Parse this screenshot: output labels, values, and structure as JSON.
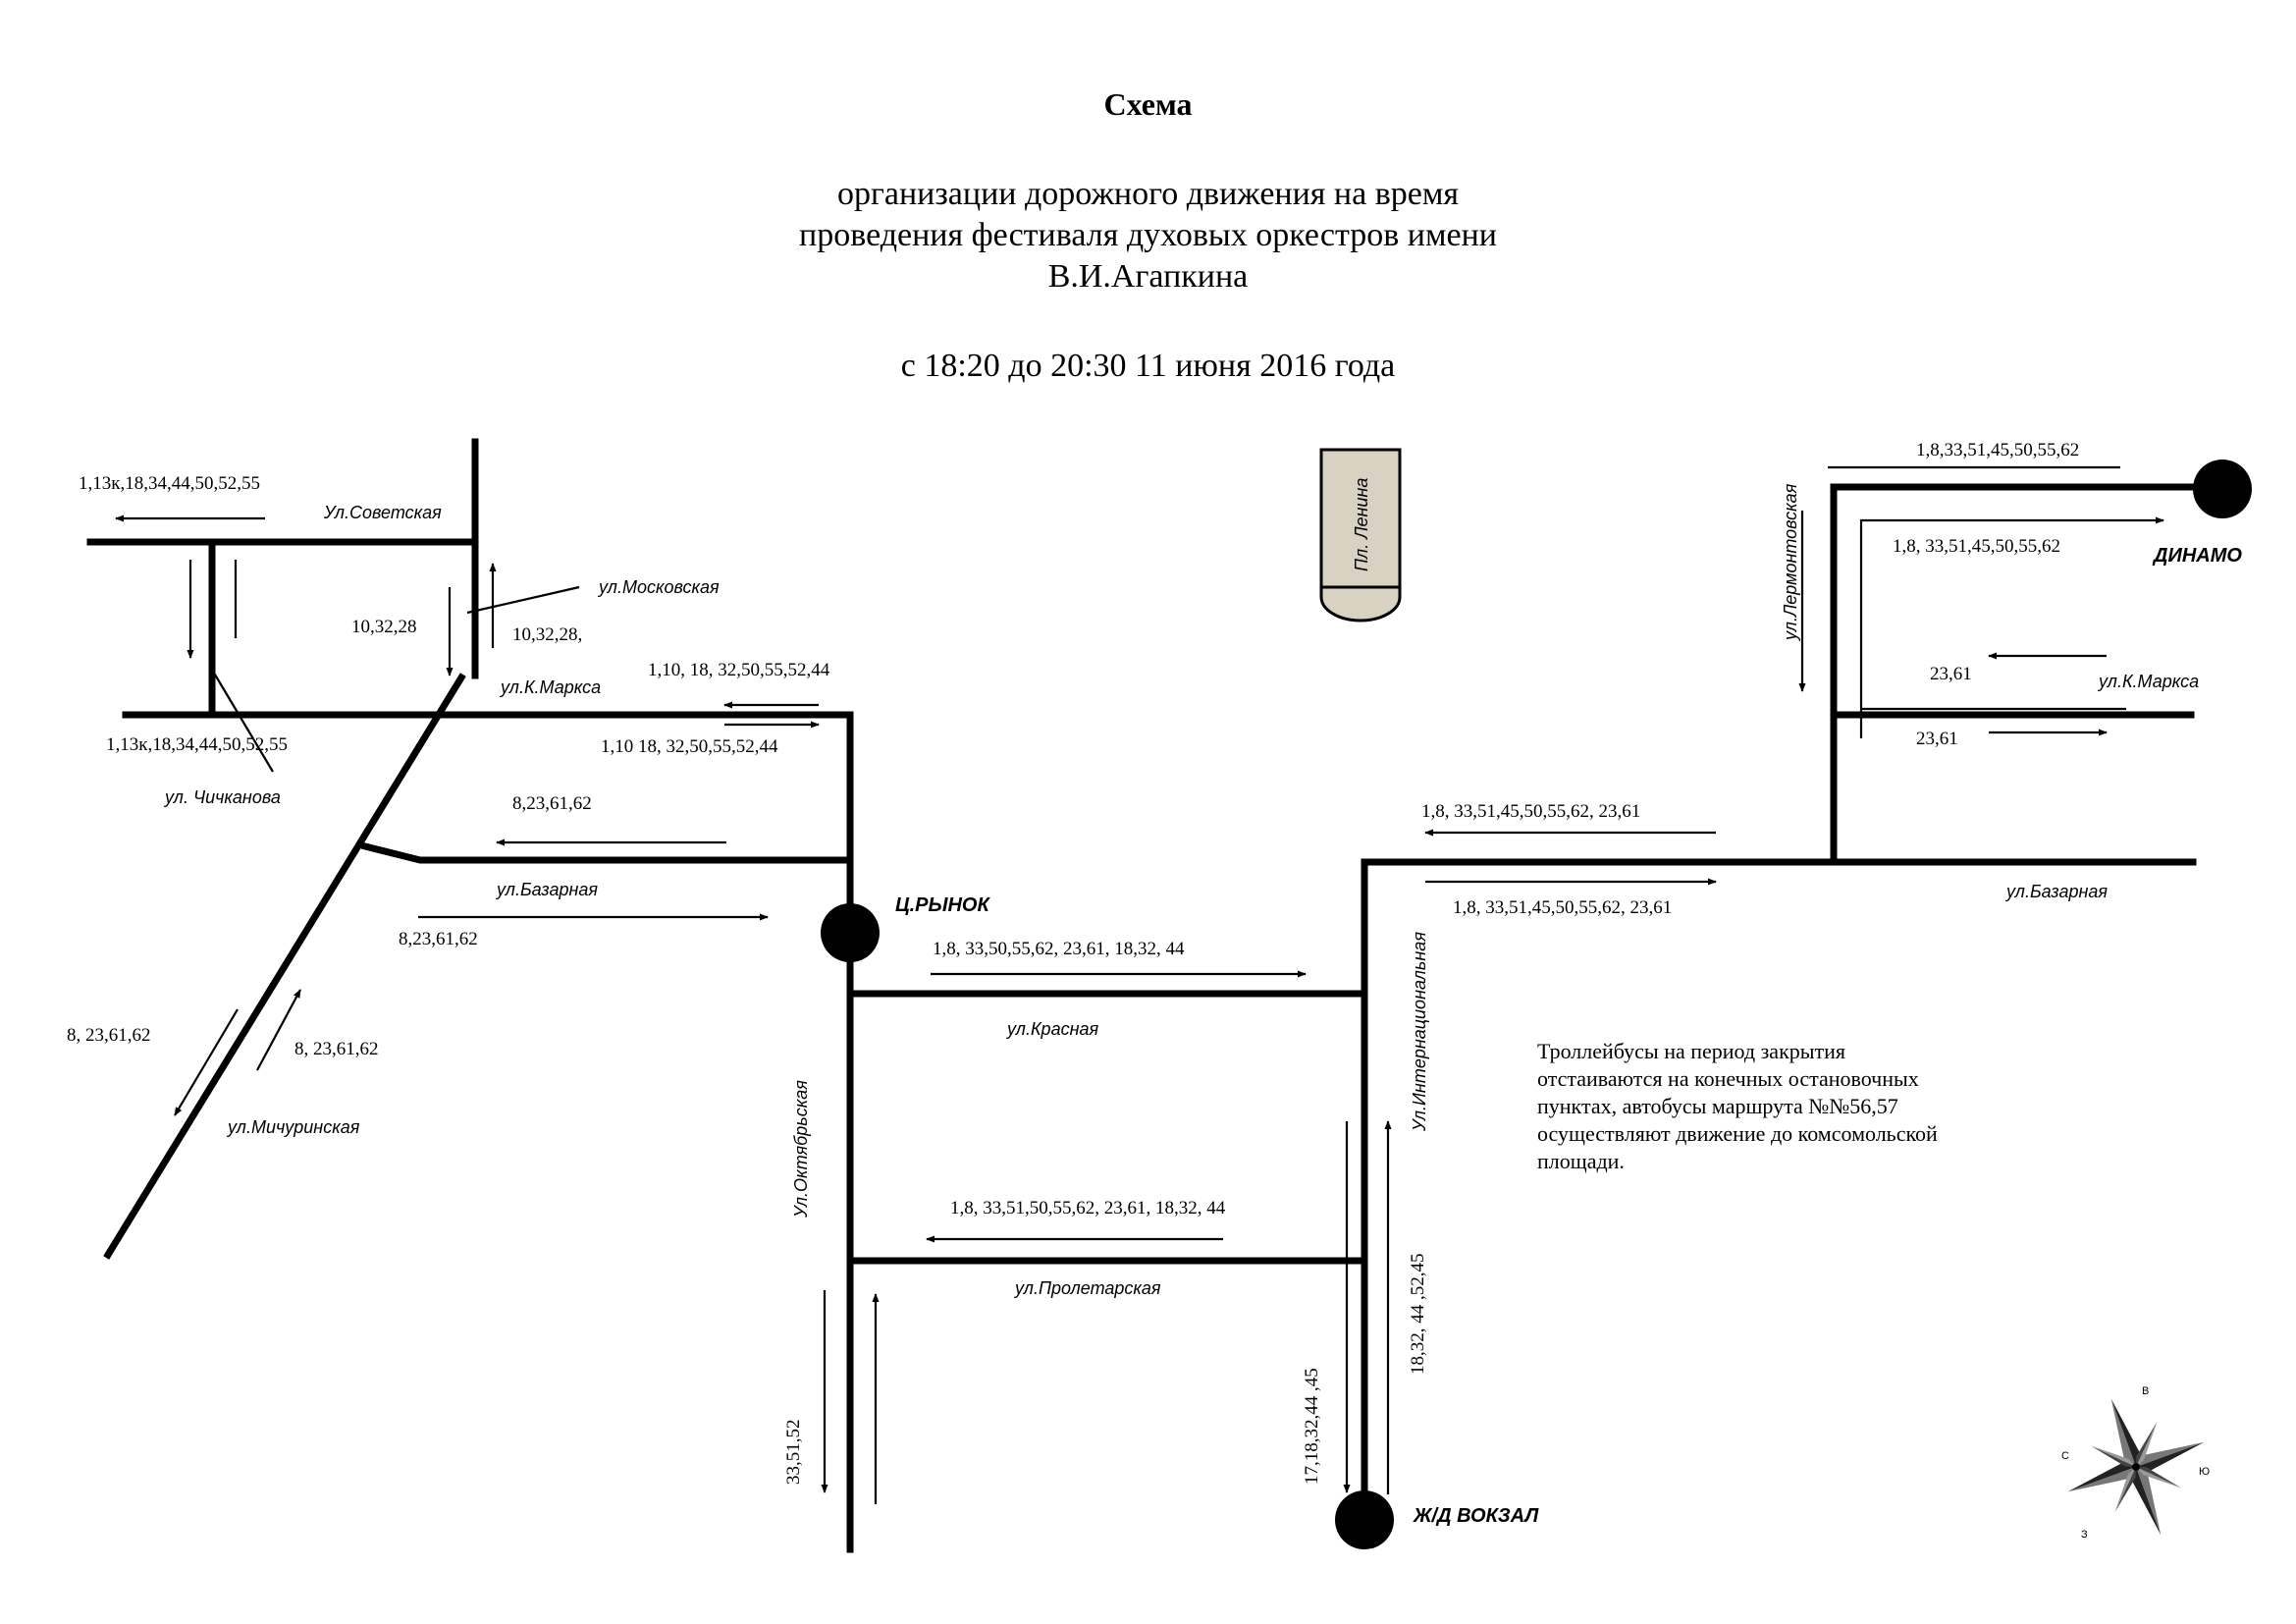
{
  "header": {
    "title": "Схема",
    "subtitle_line1": "организации дорожного движения на время",
    "subtitle_line2": "проведения фестиваля духовых оркестров имени",
    "subtitle_line3": "В.И.Агапкина",
    "date_range": "с 18:20 до 20:30 11 июня 2016 года"
  },
  "streets": {
    "sovetskaya": "Ул.Советская",
    "moskovskaya": "ул.Московская",
    "k_marksa_left": "ул.К.Маркса",
    "chichkanova": "ул. Чичканова",
    "bazarnaya_left": "ул.Базарная",
    "michurinskaya": "ул.Мичуринская",
    "oktyabrskaya": "Ул.Октябрьская",
    "krasnaya": "ул.Красная",
    "proletarskaya": "ул.Пролетарская",
    "internatsionalnaya": "Ул.Интернациональная",
    "lermontovskaya": "ул.Лермонтовская",
    "k_marksa_right": "ул.К.Маркса",
    "bazarnaya_right": "ул.Базарная",
    "lenin_square": "Пл. Ленина"
  },
  "stops": {
    "central_market": "Ц.РЫНОК",
    "dinamo": "ДИНАМО",
    "railway_station": "Ж/Д ВОКЗАЛ"
  },
  "routes": {
    "sovetskaya_west": "1,13к,18,34,44,50,52,55",
    "k_marksa_west_bottom": "1,13к,18,34,44,50,52,55",
    "moskovskaya_down": "10,32,28",
    "moskovskaya_up": "10,32,28,",
    "k_marksa_top": "1,10, 18, 32,50,55,52,44",
    "k_marksa_bottom": "1,10 18, 32,50,55,52,44",
    "bazarnaya_left_west": "8,23,61,62",
    "bazarnaya_left_east": "8,23,61,62",
    "michurinskaya_down": "8, 23,61,62",
    "michurinskaya_up": "8, 23,61,62",
    "krasnaya_east": "1,8, 33,50,55,62, 23,61, 18,32, 44",
    "proletarskaya_west": "1,8, 33,51,50,55,62, 23,61, 18,32, 44",
    "oktyabrskaya_south": "33,51,52",
    "vokzal_down": "17,18,32,44 ,45",
    "vokzal_up": "18,32, 44 ,52,45",
    "bazarnaya_right_west": "1,8, 33,51,45,50,55,62, 23,61",
    "bazarnaya_right_east": "1,8, 33,51,45,50,55,62, 23,61",
    "dinamo_top": "1,8,33,51,45,50,55,62",
    "dinamo_bottom": "1,8, 33,51,45,50,55,62",
    "k_marksa_right_west": "23,61",
    "k_marksa_right_east": "23,61"
  },
  "note": {
    "line1": "Троллейбусы на период закрытия",
    "line2": "отстаиваются на конечных остановочных",
    "line3": "пунктах, автобусы маршрута №№56,57",
    "line4": "осуществляют движение до комсомольской",
    "line5": "площади."
  },
  "compass": {
    "north": "С",
    "east": "В",
    "south": "Ю",
    "west": "З"
  }
}
